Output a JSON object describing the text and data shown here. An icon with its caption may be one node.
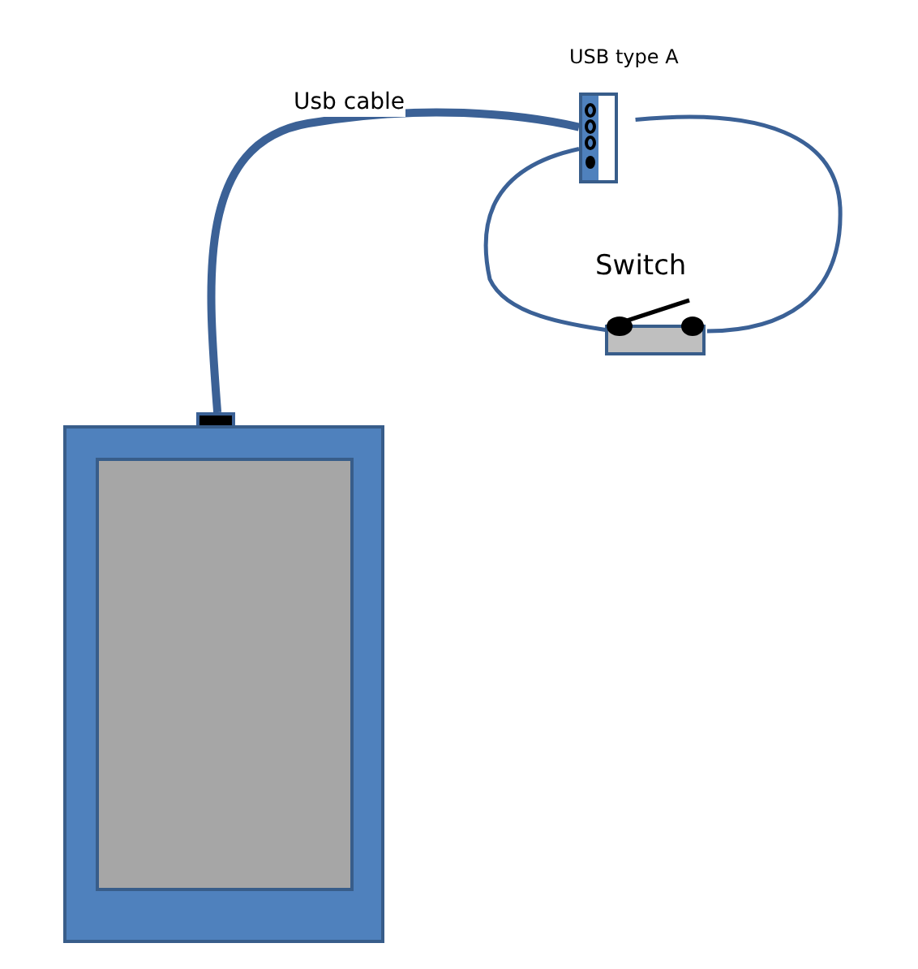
{
  "diagram": {
    "nodes": [
      {
        "text": [],
        "shape": "box"
      },
      {
        "text": [
          "USB type A"
        ]
      },
      {
        "text": [
          "Switch"
        ]
      }
    ],
    "edges": [
      {
        "from": 0,
        "to": 1,
        "arrow": "none",
        "label": "Usb cable",
        "style": "thick"
      },
      {
        "from": 1,
        "to": 2,
        "arrow": "none"
      },
      {
        "from": 1,
        "to": 2,
        "arrow": "none"
      }
    ]
  }
}
